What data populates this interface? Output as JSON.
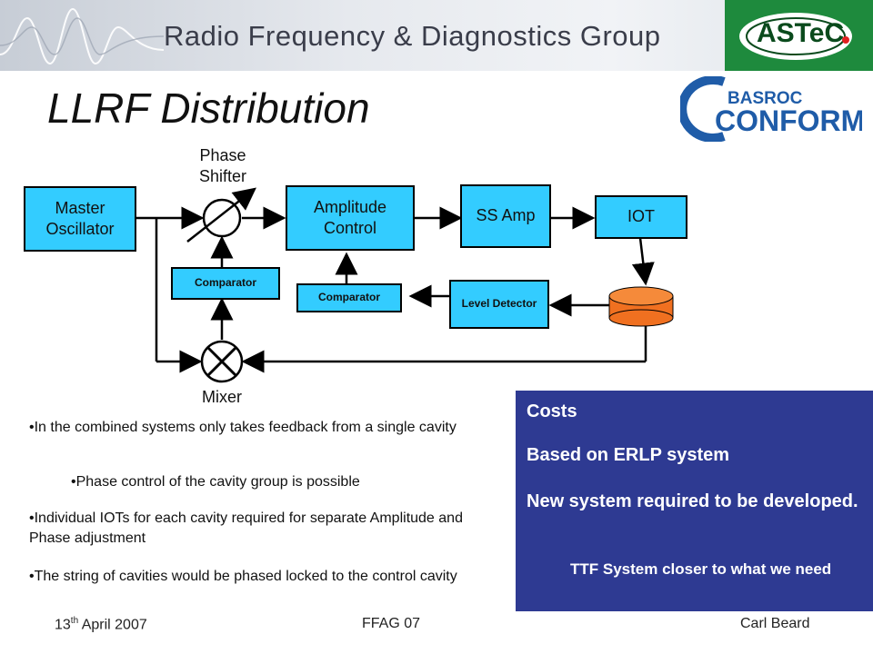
{
  "header": {
    "banner_title": "Radio Frequency & Diagnostics Group",
    "logo_text": "ASTeC",
    "brand_logo": {
      "top": "BASROC",
      "bottom": "CONFORM"
    }
  },
  "slide": {
    "title": "LLRF Distribution"
  },
  "diagram": {
    "master_oscillator": "Master Oscillator",
    "phase_shifter_label": "Phase Shifter",
    "amplitude_control": "Amplitude Control",
    "ss_amp": "SS Amp",
    "iot": "IOT",
    "comparator_left": "Comparator",
    "comparator_right": "Comparator",
    "level_detector": "Level Detector",
    "mixer_label": "Mixer"
  },
  "bullets": [
    "•In the combined systems only takes feedback from a single cavity",
    "•Phase control of the cavity group is possible",
    "•Individual IOTs for each cavity required for separate Amplitude and Phase adjustment",
    "•The string of cavities would be phased locked to the control cavity"
  ],
  "costs": {
    "heading": "Costs",
    "line1": "Based on ERLP system",
    "line2": "New system required to be developed.",
    "line3": "TTF System closer to what we need"
  },
  "footer": {
    "date_prefix": "13",
    "date_sup": "th",
    "date_suffix": " April 2007",
    "event": "FFAG 07",
    "author": "Carl Beard"
  },
  "colors": {
    "box_fill": "#33ccff",
    "cavity_fill": "#f07020",
    "costs_bg": "#2e3a92",
    "logo_bg": "#1e8a3d"
  }
}
